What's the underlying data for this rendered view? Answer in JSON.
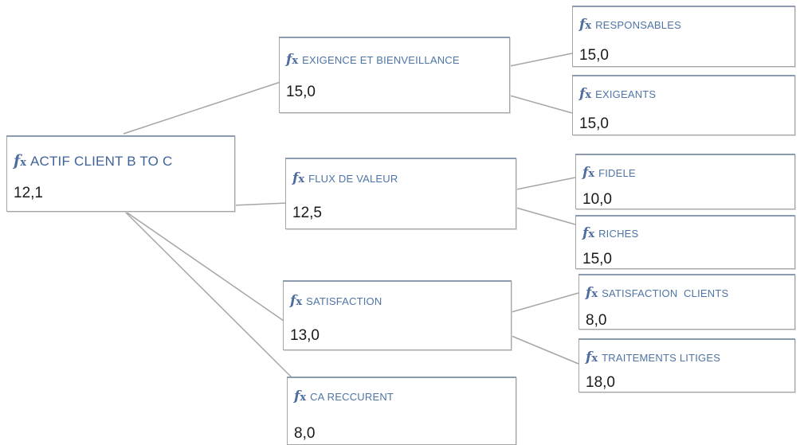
{
  "diagram": {
    "icon": "fx-function-icon",
    "icon_text": "f",
    "icon_sub": "x",
    "connector_color": "#a6a6a6",
    "label_color": "#4f74a6",
    "root": {
      "label": "ACTIF CLIENT B TO C",
      "value": "12,1"
    },
    "level1": [
      {
        "label": "EXIGENCE ET BIENVEILLANCE",
        "value": "15,0"
      },
      {
        "label": "FLUX DE VALEUR",
        "value": "12,5"
      },
      {
        "label": "SATISFACTION",
        "value": "13,0"
      },
      {
        "label": "CA RECCURENT",
        "value": "8,0"
      }
    ],
    "level2": [
      {
        "label": "RESPONSABLES",
        "value": "15,0"
      },
      {
        "label": "EXIGEANTS",
        "value": "15,0"
      },
      {
        "label": "FIDELE",
        "value": "10,0"
      },
      {
        "label": "RICHES",
        "value": "15,0"
      },
      {
        "label": "SATISFACTION  CLIENTS",
        "value": "8,0"
      },
      {
        "label": "TRAITEMENTS LITIGES",
        "value": "18,0"
      }
    ]
  }
}
